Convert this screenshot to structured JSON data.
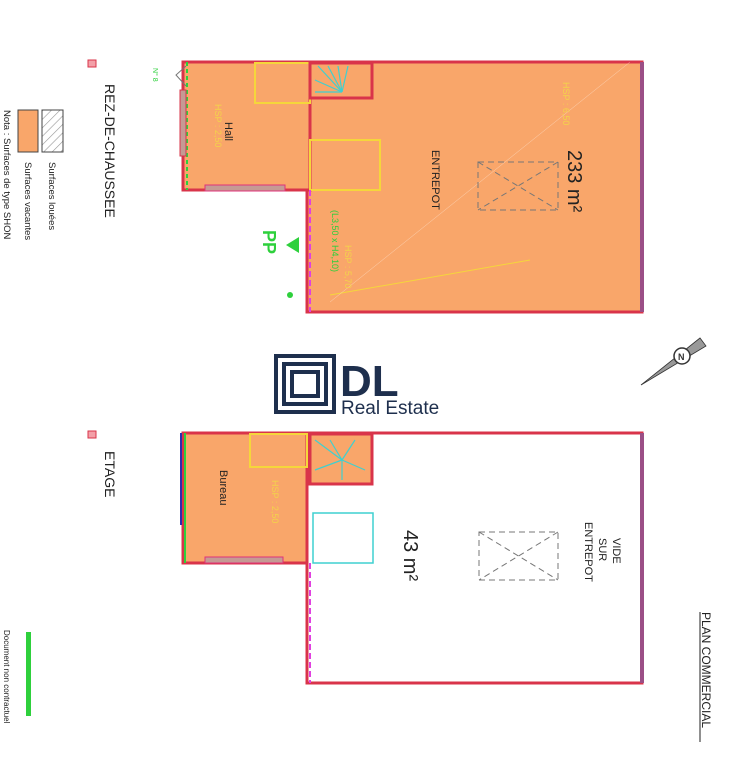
{
  "title": "PLAN COMMERCIAL",
  "disclaimer": "Document non contractuel",
  "legend": {
    "items": [
      {
        "label": "Surfaces louées",
        "pattern": "hatched"
      },
      {
        "label": "Surfaces vacantes",
        "color": "#f9a66a"
      }
    ],
    "note": "Nota : Surfaces de type SHON"
  },
  "levels": {
    "ground": {
      "label": "REZ-DE-CHAUSSEE",
      "rooms": {
        "hall": "Hall",
        "hall_hsp": "HSP : 2,50",
        "warehouse": "ENTREPOT",
        "warehouse_hsp_front": "HSP : 5,70",
        "warehouse_hsp_back": "HSP : 6,50",
        "door_size": "(L3,50 x H4,10)"
      },
      "area": "233 m²",
      "entrance_mark": "PP",
      "door_number": "N° 8"
    },
    "upper": {
      "label": "ETAGE",
      "rooms": {
        "office": "Bureau",
        "office_hsp": "HSP : 2,50",
        "void": [
          "VIDE",
          "SUR",
          "ENTREPOT"
        ]
      },
      "area": "43 m²"
    }
  },
  "logo": {
    "mark": "DL",
    "subtitle": "Real Estate",
    "color": "#1e2f4d"
  },
  "colors": {
    "vacant": "#f9a66a",
    "wall": "#d9344a",
    "stair": "#3fd0d0",
    "partition": "#f5d63b",
    "green": "#2ed03c"
  }
}
